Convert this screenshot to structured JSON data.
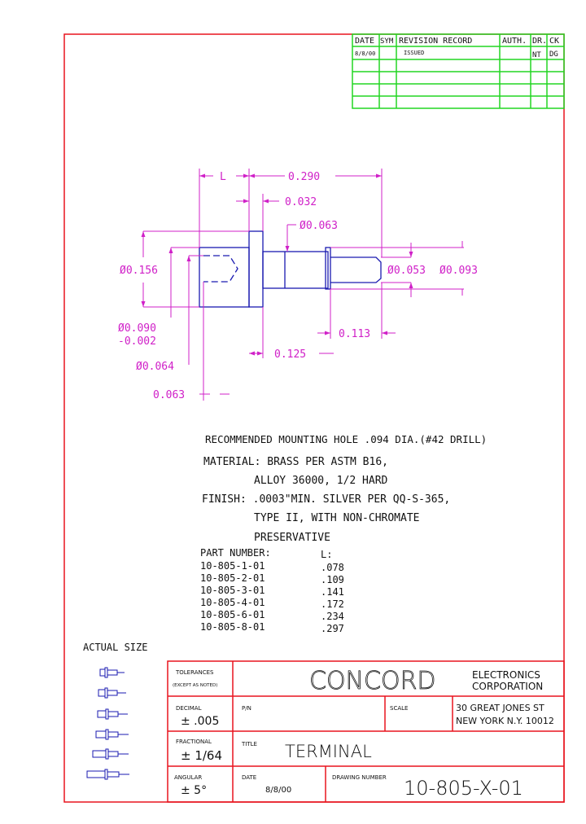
{
  "revision_block": {
    "headers": [
      "DATE",
      "SYM",
      "REVISION RECORD",
      "AUTH.",
      "DR.",
      "CK"
    ],
    "row1": [
      "8/8/00",
      "",
      "ISSUED",
      "",
      "NT",
      "DG"
    ]
  },
  "dimensions": {
    "L": "L",
    "overall": "0.290",
    "flange_thk": "0.032",
    "dia_063": "Ø0.063",
    "dia_156": "Ø0.156",
    "dia_053": "Ø0.053",
    "dia_093": "Ø0.093",
    "dia_090": "Ø0.090",
    "tol_002": "-0.002",
    "dia_064": "Ø0.064",
    "len_113": "0.113",
    "len_125": "0.125",
    "len_063": "0.063"
  },
  "notes": {
    "mounting": "RECOMMENDED MOUNTING HOLE .094 DIA.(#42 DRILL)",
    "material_1": "MATERIAL: BRASS PER ASTM B16,",
    "material_2": "ALLOY 36000, 1/2 HARD",
    "finish_1": "FINISH: .0003\"MIN. SILVER PER QQ-S-365,",
    "finish_2": "TYPE II, WITH NON-CHROMATE",
    "finish_3": "PRESERVATIVE"
  },
  "part_table": {
    "header_part": "PART NUMBER:",
    "header_l": "L:",
    "rows": [
      {
        "part": "10-805-1-01",
        "l": ".078"
      },
      {
        "part": "10-805-2-01",
        "l": ".109"
      },
      {
        "part": "10-805-3-01",
        "l": ".141"
      },
      {
        "part": "10-805-4-01",
        "l": ".172"
      },
      {
        "part": "10-805-6-01",
        "l": ".234"
      },
      {
        "part": "10-805-8-01",
        "l": ".297"
      }
    ]
  },
  "actual_size_label": "ACTUAL SIZE",
  "title_block": {
    "tolerances": "TOLERANCES",
    "except_noted": "(EXCEPT AS NOTED)",
    "company": "CONCORD",
    "company_sub_1": "ELECTRONICS",
    "company_sub_2": "CORPORATION",
    "decimal_label": "DECIMAL",
    "decimal_value": "± .005",
    "pn_label": "P/N",
    "scale_label": "SCALE",
    "address_1": "30 GREAT JONES ST",
    "address_2": "NEW YORK N.Y. 10012",
    "fractional_label": "FRACTIONAL",
    "fractional_value": "± 1/64",
    "title_label": "TITLE",
    "title_value": "TERMINAL",
    "angular_label": "ANGULAR",
    "angular_value": "± 5°",
    "date_label": "DATE",
    "date_value": "8/8/00",
    "drawing_number_label": "DRAWING NUMBER",
    "drawing_number": "10-805-X-01"
  },
  "colors": {
    "border": "#e8141e",
    "grid": "#22d622",
    "part": "#1a1ab0",
    "dim": "#d020c8",
    "text": "#111111"
  }
}
